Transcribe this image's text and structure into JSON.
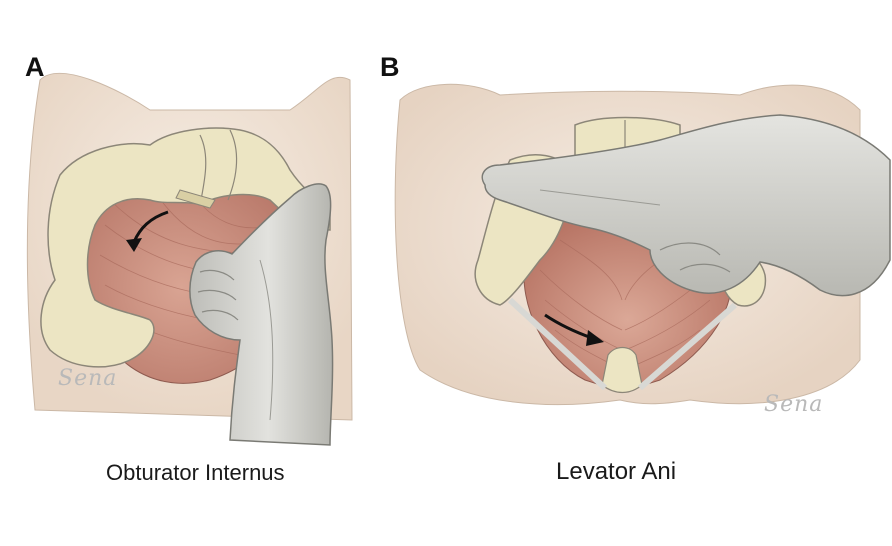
{
  "panels": [
    {
      "letter": "A",
      "caption": "Obturator Internus",
      "signature": "Sena"
    },
    {
      "letter": "B",
      "caption": "Levator Ani",
      "signature": "Sena"
    }
  ],
  "colors": {
    "skin": "#efe2d6",
    "bone": "#ebe4c2",
    "muscle": "#c98d7c",
    "glove": "#d4d4d0",
    "outline": "#8c8678"
  }
}
